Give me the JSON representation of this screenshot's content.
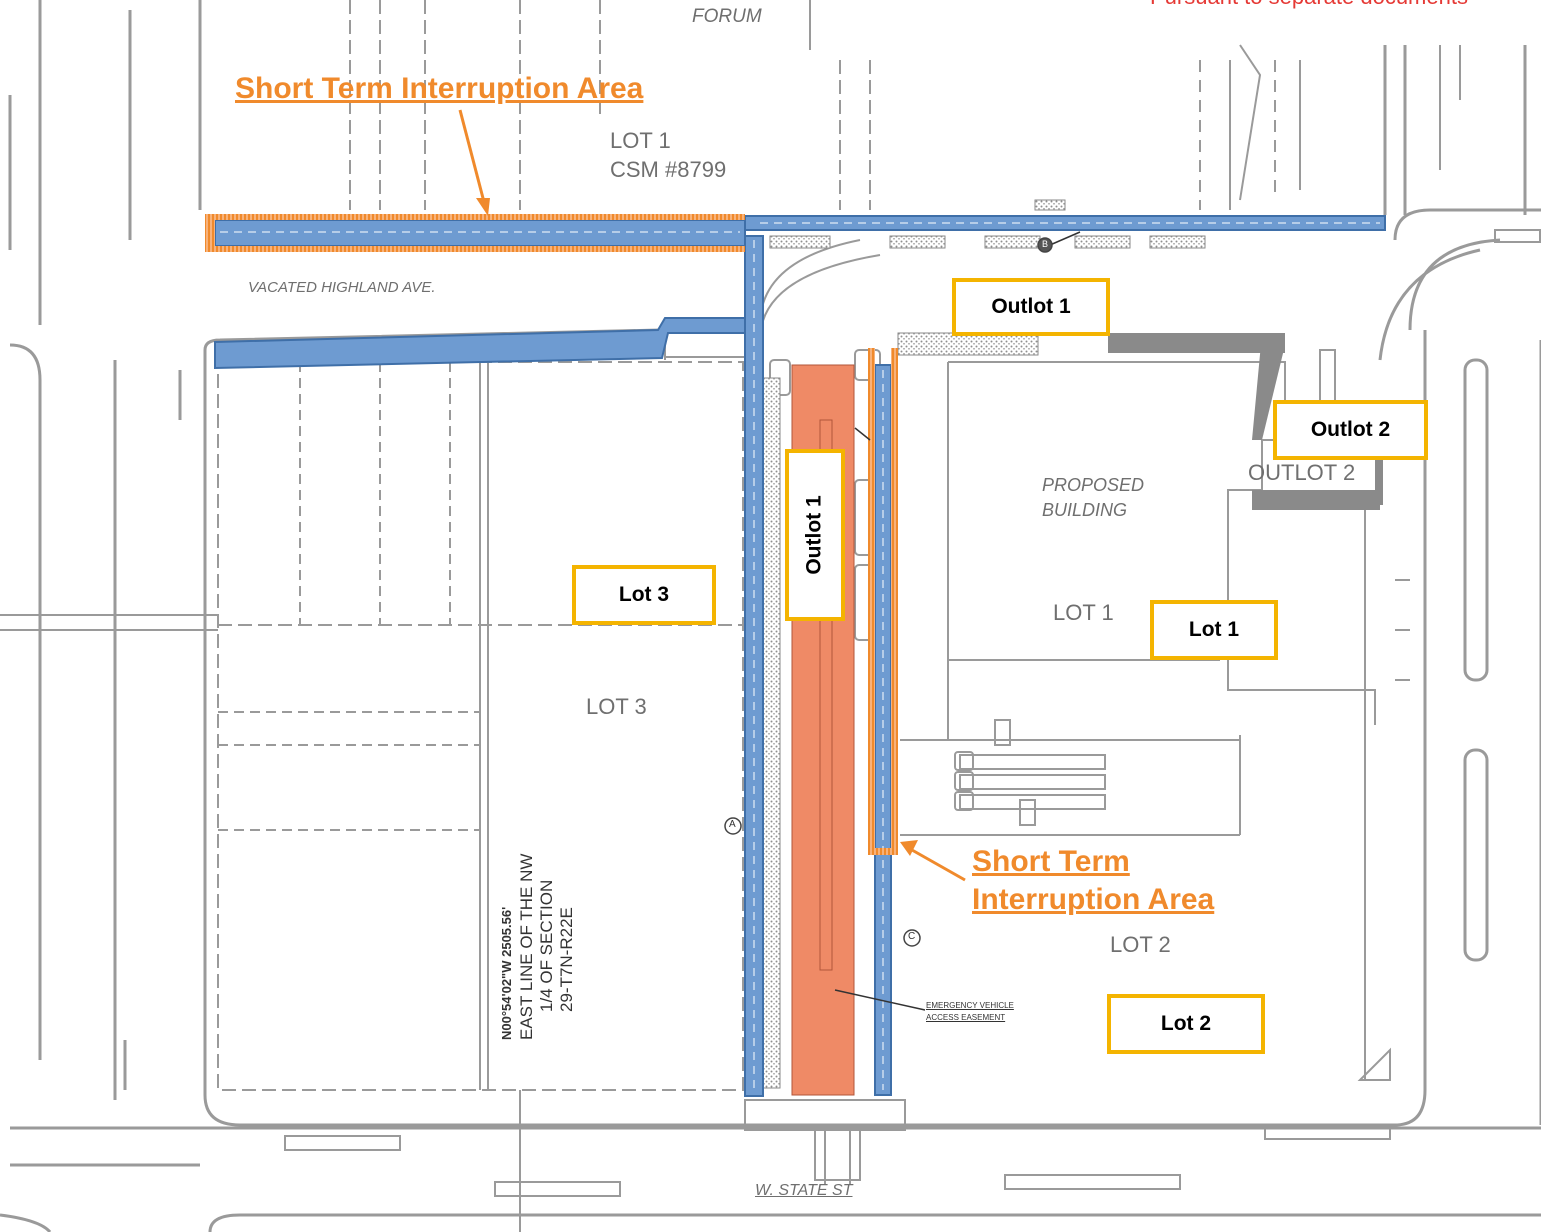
{
  "header": {
    "top_right_note": "Pursuant to separate documents"
  },
  "streets": {
    "north": "FORUM",
    "south": "W. STATE ST",
    "vacated": "VACATED HIGHLAND AVE."
  },
  "plat_labels": {
    "lot1_csm_line1": "LOT 1",
    "lot1_csm_line2": "CSM #8799",
    "proposed_line1": "PROPOSED",
    "proposed_line2": "BUILDING",
    "lot1": "LOT 1",
    "lot2": "LOT 2",
    "lot3": "LOT 3",
    "outlot2": "OUTLOT 2",
    "survey_line1": "N00°54'02\"W 2505.56'",
    "survey_line2": "EAST LINE OF THE NW",
    "survey_line3": "1/4 OF SECTION",
    "survey_line4": "29-T7N-R22E",
    "emergency_line1": "EMERGENCY VEHICLE",
    "emergency_line2": "ACCESS EASEMENT",
    "marker_a": "A",
    "marker_b": "B",
    "marker_c": "C"
  },
  "callouts": {
    "top": "Short Term Interruption Area",
    "bottom_line1": "Short Term",
    "bottom_line2": "Interruption Area"
  },
  "label_boxes": {
    "outlot1_top": "Outlot 1",
    "outlot2": "Outlot 2",
    "outlot1_vertical": "Outlot 1",
    "lot3": "Lot 3",
    "lot1": "Lot 1",
    "lot2": "Lot 2"
  },
  "colors": {
    "easement_blue": "#6e9bd1",
    "outlot_salmon": "#ef8a66",
    "interruption_orange": "#f08a2c",
    "label_border": "#f4b400",
    "plat_line": "#9a9a9a",
    "note_red": "#e53935"
  }
}
